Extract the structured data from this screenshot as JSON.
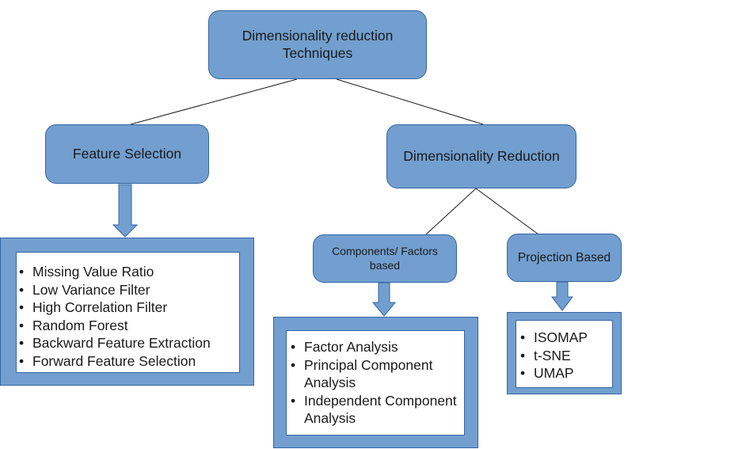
{
  "root": {
    "label": "Dimensionality reduction\nTechniques"
  },
  "feature_selection": {
    "label": "Feature Selection",
    "items": [
      "Missing Value Ratio",
      "Low Variance Filter",
      "High Correlation Filter",
      "Random Forest",
      "Backward Feature Extraction",
      "Forward Feature Selection"
    ]
  },
  "dimensionality_reduction": {
    "label": "Dimensionality Reduction",
    "components": {
      "label": "Components/ Factors\nbased",
      "items": [
        "Factor Analysis",
        "Principal Component Analysis",
        "Independent Component Analysis"
      ]
    },
    "projection": {
      "label": "Projection Based",
      "items": [
        "ISOMAP",
        "t-SNE",
        "UMAP"
      ]
    }
  },
  "colors": {
    "node_fill": "#729fcf",
    "node_border": "#3465a4",
    "list_bg": "#ffffff",
    "text": "#1a1a1a"
  }
}
